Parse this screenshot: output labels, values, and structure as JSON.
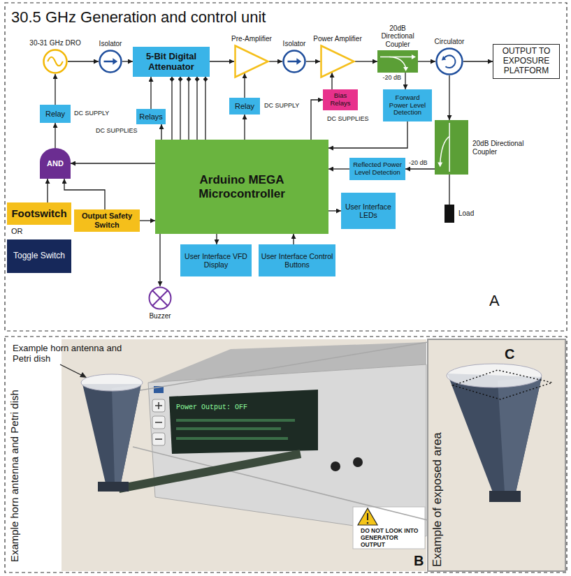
{
  "diagram": {
    "title": "30.5 GHz Generation and control unit",
    "nodes": [
      {
        "text": [
          "30-31 GHz DRO"
        ]
      },
      {
        "text": [
          "Isolator"
        ]
      },
      {
        "text": [
          "5-Bit Digital Attenuator"
        ]
      },
      {
        "text": [
          "Pre-Amplifier"
        ]
      },
      {
        "text": [
          "Isolator"
        ]
      },
      {
        "text": [
          "Power Amplifier"
        ]
      },
      {
        "text": [
          "20dB Directional Coupler"
        ]
      },
      {
        "text": [
          "Circulator"
        ]
      },
      {
        "text": [
          "OUTPUT TO EXPOSURE PLATFORM"
        ]
      },
      {
        "text": [
          "Relay"
        ]
      },
      {
        "text": [
          "Relays"
        ]
      },
      {
        "text": [
          "Relay"
        ]
      },
      {
        "text": [
          "Bias Relays"
        ]
      },
      {
        "text": [
          "Forward Power Level Detection"
        ]
      },
      {
        "text": [
          "20dB Directional Coupler"
        ]
      },
      {
        "text": [
          "Arduino MEGA Microcontroller"
        ]
      },
      {
        "text": [
          "AND"
        ]
      },
      {
        "text": [
          "Reflected Power Level Detection"
        ]
      },
      {
        "text": [
          "Load"
        ]
      },
      {
        "text": [
          "User Interface LEDs"
        ]
      },
      {
        "text": [
          "Footswitch"
        ]
      },
      {
        "text": [
          "Output Safety Switch"
        ]
      },
      {
        "text": [
          "User Interface VFD Display"
        ]
      },
      {
        "text": [
          "User Interface Control Buttons"
        ]
      },
      {
        "text": [
          "Toggle Switch"
        ]
      },
      {
        "text": [
          "Buzzer"
        ]
      }
    ],
    "edges": [
      {
        "from": 0,
        "to": 1,
        "arrow": "to"
      },
      {
        "from": 1,
        "to": 2,
        "arrow": "to"
      },
      {
        "from": 2,
        "to": 3,
        "arrow": "to"
      },
      {
        "from": 3,
        "to": 4,
        "arrow": "to"
      },
      {
        "from": 4,
        "to": 5,
        "arrow": "to"
      },
      {
        "from": 5,
        "to": 6,
        "arrow": "to"
      },
      {
        "from": 6,
        "to": 7,
        "arrow": "to"
      },
      {
        "from": 7,
        "to": 8,
        "arrow": "to"
      },
      {
        "from": 9,
        "to": 0,
        "arrow": "to"
      },
      {
        "from": 10,
        "to": 2,
        "arrow": "to"
      },
      {
        "from": 15,
        "to": 2,
        "arrow": "to"
      },
      {
        "from": 15,
        "to": 2,
        "arrow": "to"
      },
      {
        "from": 15,
        "to": 2,
        "arrow": "to"
      },
      {
        "from": 15,
        "to": 2,
        "arrow": "to"
      },
      {
        "from": 15,
        "to": 2,
        "arrow": "to"
      },
      {
        "from": 15,
        "to": 10,
        "arrow": "to"
      },
      {
        "from": 11,
        "to": 3,
        "arrow": "to"
      },
      {
        "from": 15,
        "to": 11,
        "arrow": "to"
      },
      {
        "from": 15,
        "to": 12,
        "arrow": "to"
      },
      {
        "from": 12,
        "to": 5,
        "arrow": "to"
      },
      {
        "from": 6,
        "to": 13,
        "arrow": "to"
      },
      {
        "from": 13,
        "to": 15,
        "arrow": "to"
      },
      {
        "from": 7,
        "to": 14,
        "arrow": "to"
      },
      {
        "from": 14,
        "to": 17,
        "arrow": "to"
      },
      {
        "from": 17,
        "to": 15,
        "arrow": "to"
      },
      {
        "from": 14,
        "to": 18,
        "arrow": "none"
      },
      {
        "from": 16,
        "to": 9,
        "arrow": "to"
      },
      {
        "from": 20,
        "to": 16,
        "arrow": "to"
      },
      {
        "from": 21,
        "to": 16,
        "arrow": "to"
      },
      {
        "from": 15,
        "to": 16,
        "arrow": "to"
      },
      {
        "from": 21,
        "to": 15,
        "arrow": "to"
      },
      {
        "from": 15,
        "to": 19,
        "arrow": "to"
      },
      {
        "from": 15,
        "to": 22,
        "arrow": "to"
      },
      {
        "from": 23,
        "to": 15,
        "arrow": "to"
      },
      {
        "from": 15,
        "to": 25,
        "arrow": "to"
      }
    ],
    "labels": [
      "DC SUPPLY",
      "DC SUPPLIES",
      "DC SUPPLY",
      "DC SUPPLIES",
      "-20 dB",
      "-20 dB",
      "OR",
      "A",
      "Example horn antenna and Petri dish",
      "Example horn antenna and Petri dish",
      "Power Output: OFF",
      "DO NOT LOOK INTO GENERATOR OUTPUT",
      "B",
      "Example of exposed area",
      "C"
    ]
  }
}
